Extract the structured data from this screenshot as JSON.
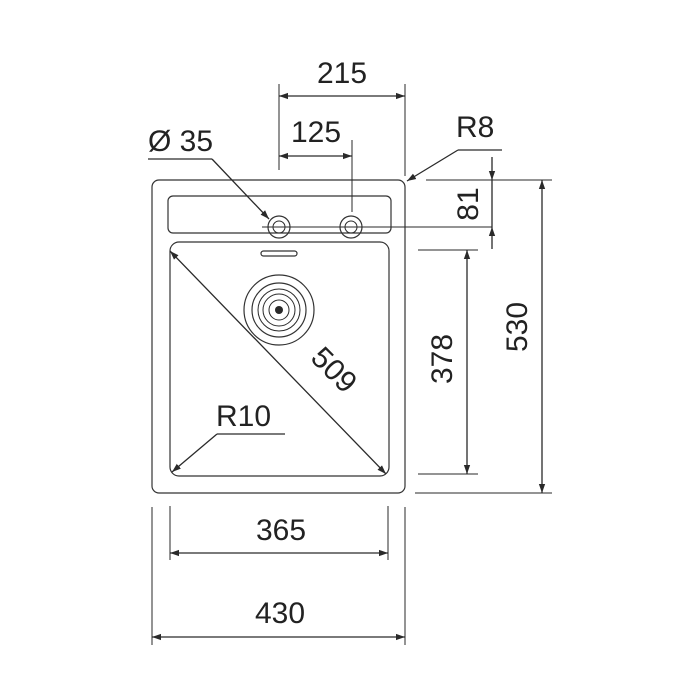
{
  "diagram": {
    "labels": {
      "overall_width": "430",
      "bowl_width": "365",
      "overall_depth": "530",
      "bowl_depth": "378",
      "diagonal": "509",
      "tap_spacing_outer": "215",
      "tap_spacing_inner": "125",
      "hole_diameter": "Ø 35",
      "corner_radius_outer": "R8",
      "corner_radius_bowl": "R10",
      "tap_offset": "81"
    }
  }
}
